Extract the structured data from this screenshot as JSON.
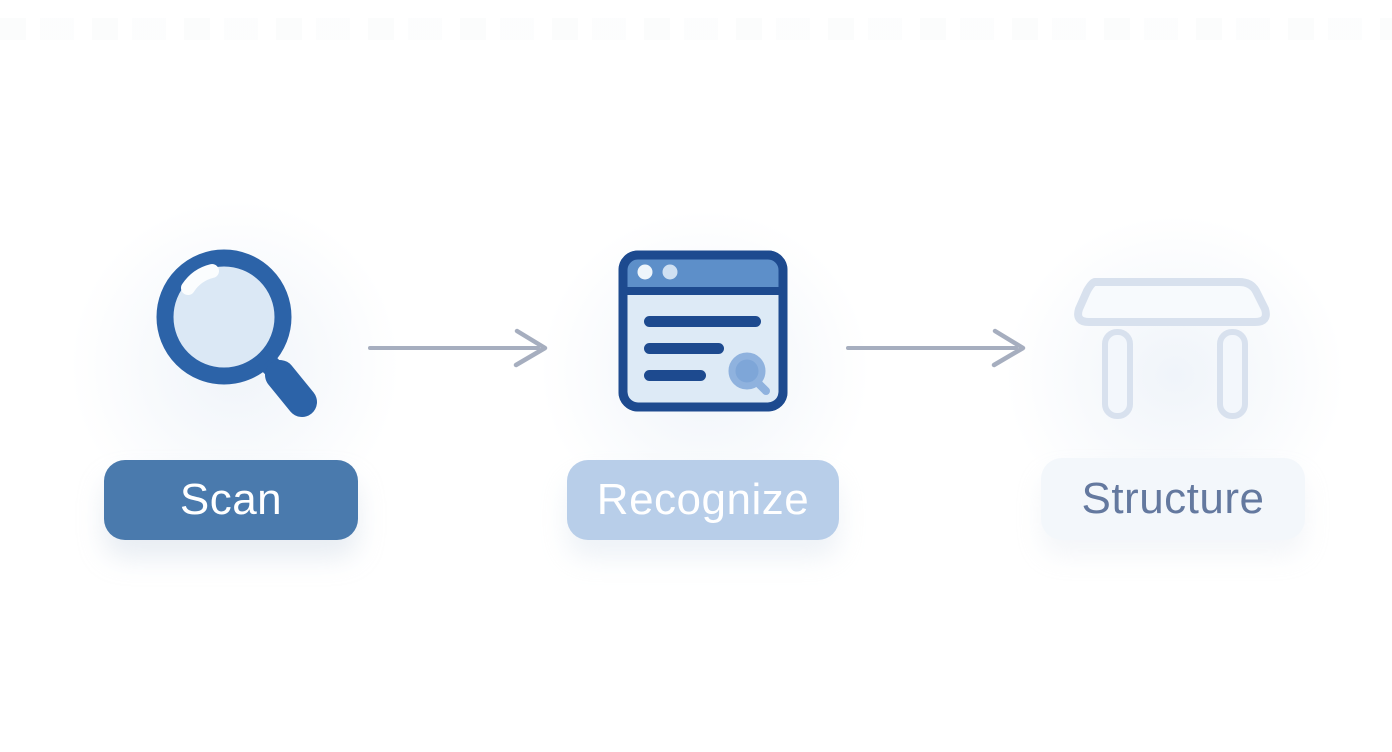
{
  "diagram": {
    "type": "process-flow",
    "direction": "left-to-right",
    "background": "#ffffff"
  },
  "steps": [
    {
      "id": "scan",
      "label": "Scan",
      "icon": "magnifying-glass-icon",
      "button_bg": "#4a7aad",
      "button_text_color": "#ffffff",
      "emphasis": "solid"
    },
    {
      "id": "recognize",
      "label": "Recognize",
      "icon": "document-window-search-icon",
      "button_bg": "#b8cee9",
      "button_text_color": "#ffffff",
      "emphasis": "medium"
    },
    {
      "id": "structure",
      "label": "Structure",
      "icon": "table-icon",
      "button_bg": "#f3f7fb",
      "button_text_color": "#64799f",
      "emphasis": "faint"
    }
  ],
  "arrows": [
    {
      "from": "scan",
      "to": "recognize",
      "color": "#a6aebf"
    },
    {
      "from": "recognize",
      "to": "structure",
      "color": "#a6aebf"
    }
  ],
  "colors": {
    "magnifier_ring": "#2c63a8",
    "magnifier_lens": "#dbe8f5",
    "window_border": "#1d4a8f",
    "window_titlebar": "#5d8fc9",
    "window_body": "#ddeaf6",
    "window_text_lines": "#1d4a8f",
    "window_dot_1": "#eef5fb",
    "window_dot_2": "#cfe0f2",
    "mini_magnifier": "#8fb2de",
    "table_stroke": "#d8e1ee",
    "table_fill": "#f7fafd",
    "arrow": "#a6aebf"
  }
}
